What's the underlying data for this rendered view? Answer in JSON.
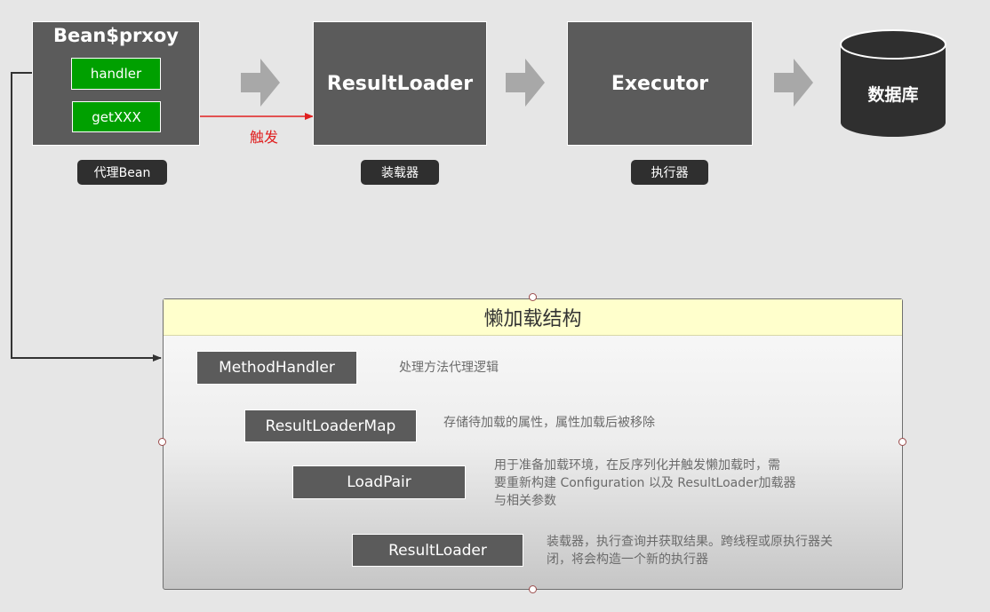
{
  "top": {
    "proxy": {
      "title": "Bean$prxoy",
      "handler": "handler",
      "getter": "getXXX",
      "caption": "代理Bean"
    },
    "trigger_label": "触发",
    "loader": {
      "title": "ResultLoader",
      "caption": "装载器"
    },
    "executor": {
      "title": "Executor",
      "caption": "执行器"
    },
    "database": {
      "title": "数据库"
    }
  },
  "panel": {
    "title": "懒加载结构",
    "nodes": [
      {
        "label": "MethodHandler",
        "desc": "处理方法代理逻辑"
      },
      {
        "label": "ResultLoaderMap",
        "desc": "存储待加载的属性，属性加载后被移除"
      },
      {
        "label": "LoadPair",
        "desc_lines": [
          "用于准备加载环境，在反序列化并触发懒加载时，需",
          "要重新构建 Configuration 以及 ResultLoader加载器",
          "与相关参数"
        ]
      },
      {
        "label": "ResultLoader",
        "desc_lines": [
          "装载器，执行查询并获取结果。跨线程或原执行器关",
          "闭，将会构造一个新的执行器"
        ]
      }
    ]
  },
  "colors": {
    "box": "#5b5b5b",
    "green": "#00a000",
    "trigger": "#e02020",
    "header": "#ffffcc"
  }
}
